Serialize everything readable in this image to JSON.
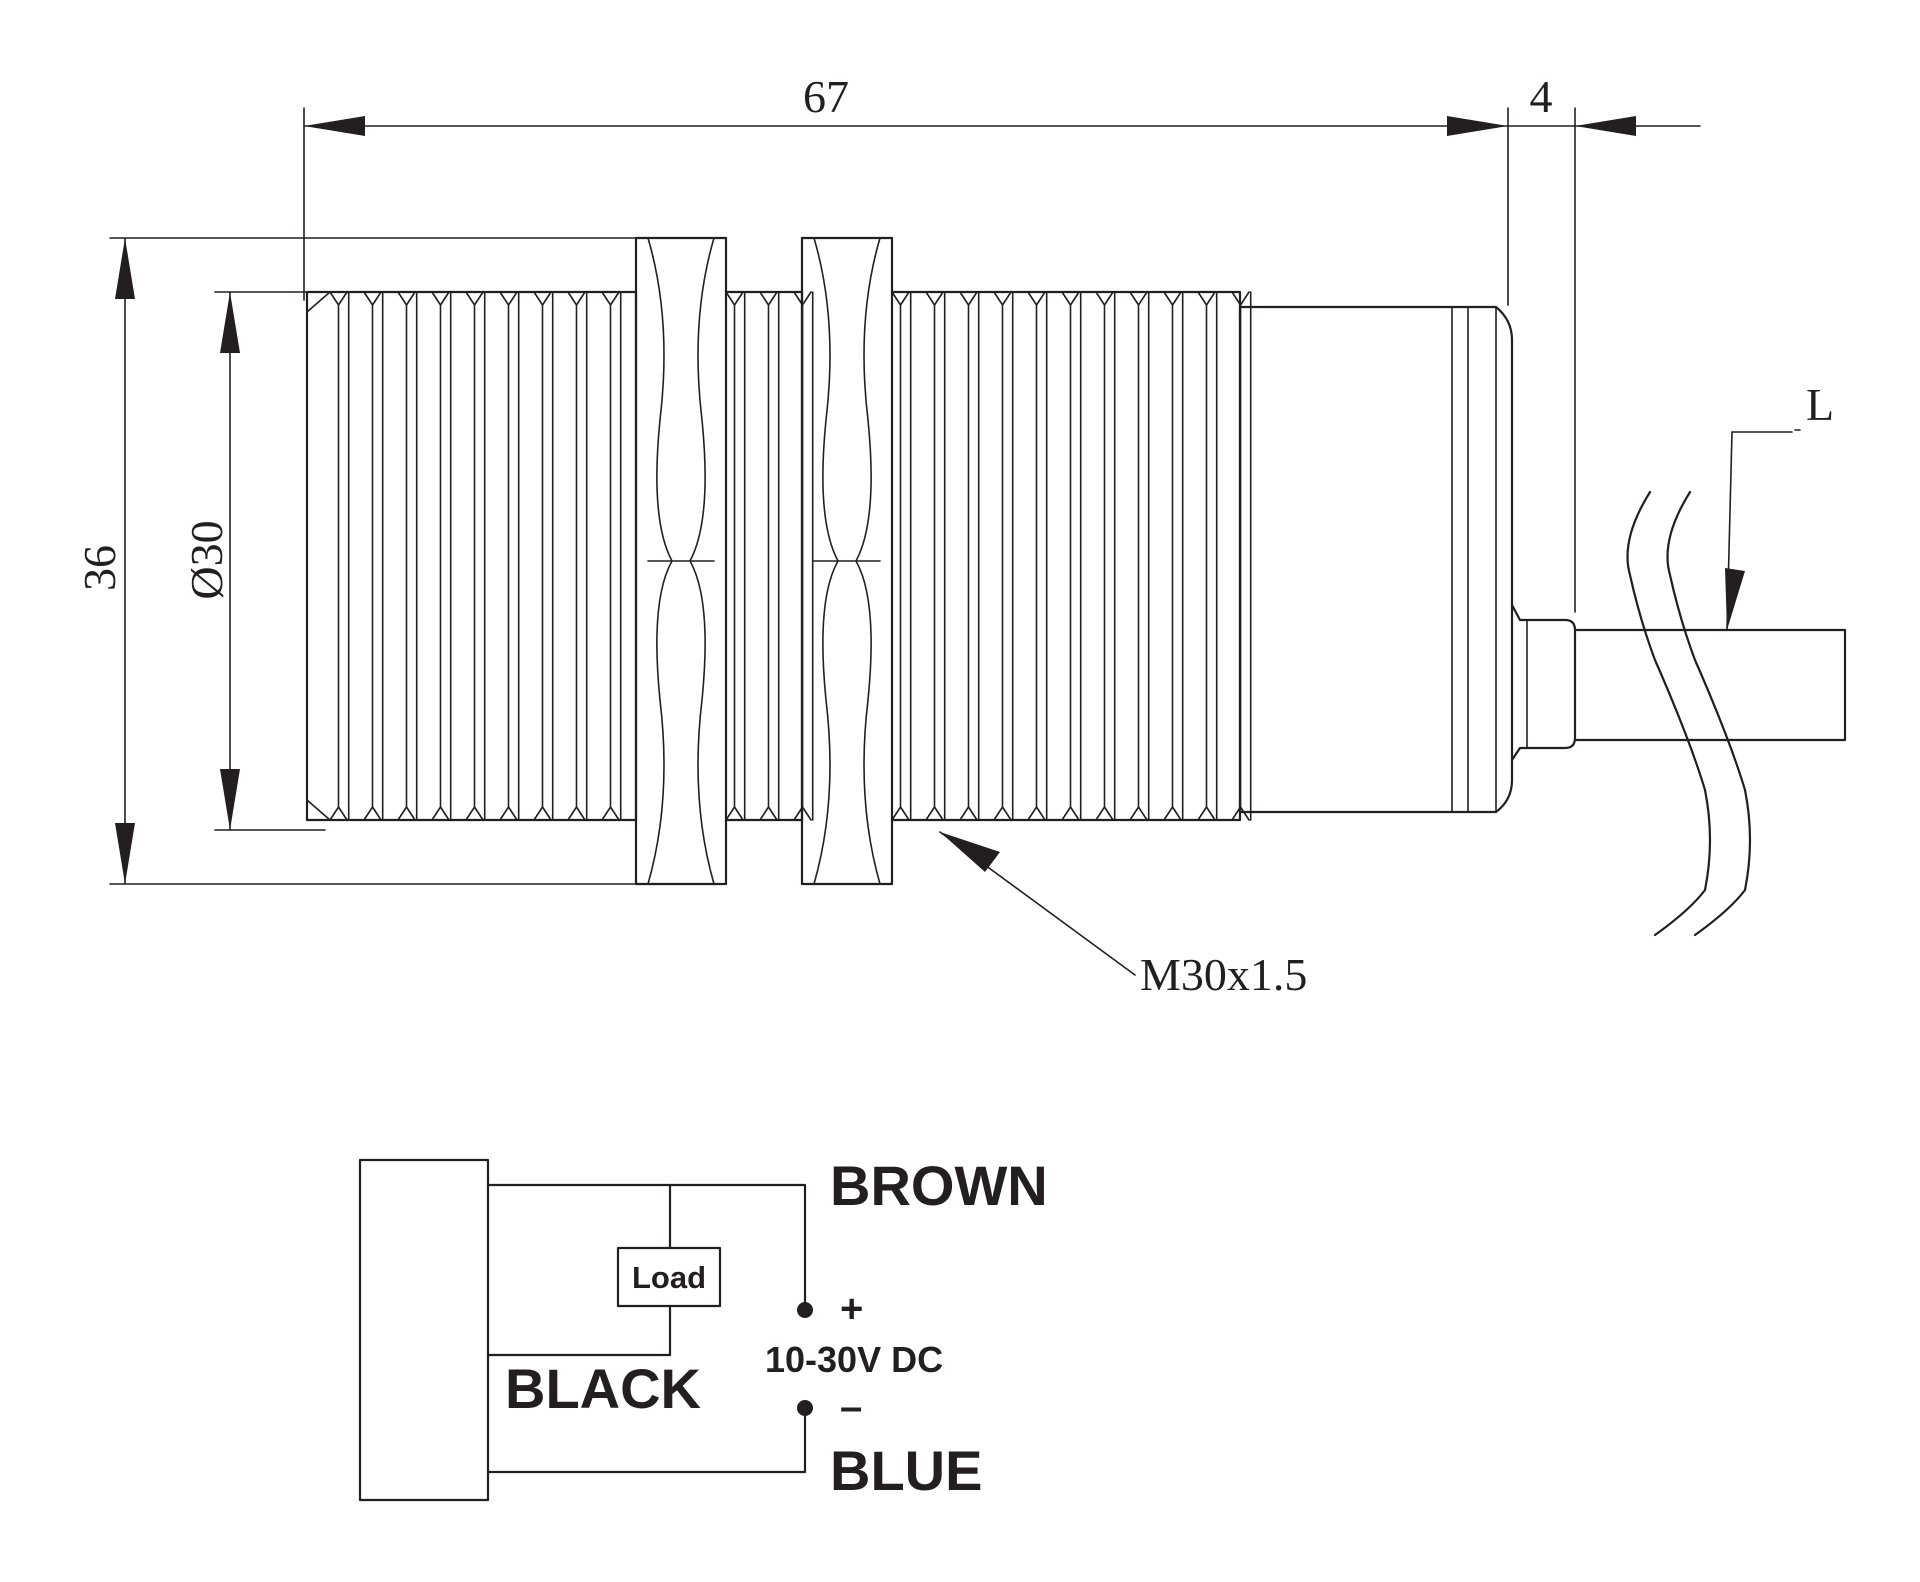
{
  "dimensions": {
    "length_label": "67",
    "offset_label": "4",
    "height_label": "36",
    "diameter_label": "Ø30",
    "thread_label": "M30x1.5",
    "cable_label": "L"
  },
  "wiring": {
    "brown_label": "BROWN",
    "black_label": "BLACK",
    "blue_label": "BLUE",
    "load_label": "Load",
    "plus_symbol": "+",
    "minus_symbol": "–",
    "voltage_label": "10-30V DC"
  },
  "colors": {
    "line": "#231f20",
    "background": "#ffffff"
  }
}
